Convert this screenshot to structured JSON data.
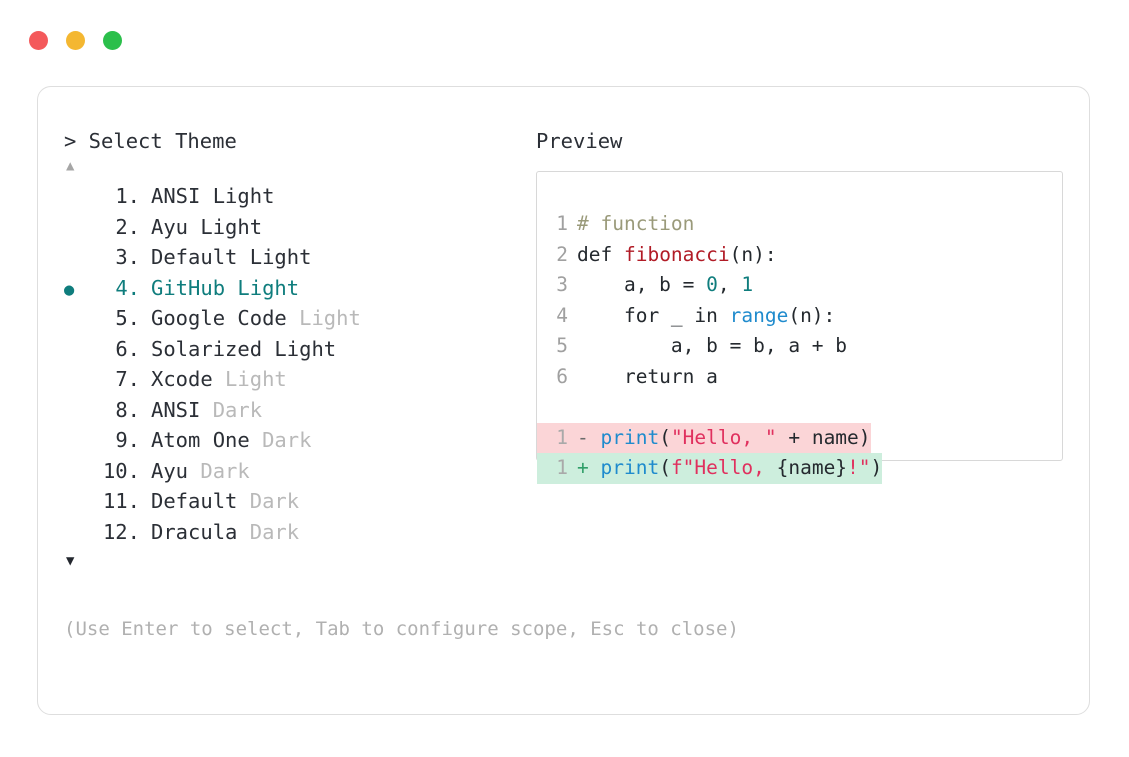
{
  "window": {
    "dots": [
      {
        "name": "close",
        "color": "#f4595b"
      },
      {
        "name": "minimize",
        "color": "#f4b731"
      },
      {
        "name": "maximize",
        "color": "#2bbf4b"
      }
    ]
  },
  "selector": {
    "prompt": "> Select Theme",
    "scroll_up": "▲",
    "scroll_down": "▼",
    "selected_index": 4,
    "selected_marker": "●",
    "items": [
      {
        "number": "1.",
        "name": "ANSI Light",
        "variant": "",
        "variant_dim": false
      },
      {
        "number": "2.",
        "name": "Ayu Light",
        "variant": "",
        "variant_dim": false
      },
      {
        "number": "3.",
        "name": "Default Light",
        "variant": "",
        "variant_dim": false
      },
      {
        "number": "4.",
        "name": "GitHub Light",
        "variant": "",
        "variant_dim": false
      },
      {
        "number": "5.",
        "name": "Google Code",
        "variant": "Light",
        "variant_dim": true
      },
      {
        "number": "6.",
        "name": "Solarized Light",
        "variant": "",
        "variant_dim": false
      },
      {
        "number": "7.",
        "name": "Xcode",
        "variant": "Light",
        "variant_dim": true
      },
      {
        "number": "8.",
        "name": "ANSI",
        "variant": "Dark",
        "variant_dim": true
      },
      {
        "number": "9.",
        "name": "Atom One",
        "variant": "Dark",
        "variant_dim": true
      },
      {
        "number": "10.",
        "name": "Ayu",
        "variant": "Dark",
        "variant_dim": true
      },
      {
        "number": "11.",
        "name": "Default",
        "variant": "Dark",
        "variant_dim": true
      },
      {
        "number": "12.",
        "name": "Dracula",
        "variant": "Dark",
        "variant_dim": true
      }
    ],
    "hint": "(Use Enter to select, Tab to configure scope, Esc to close)"
  },
  "preview": {
    "label": "Preview",
    "code_lines": [
      {
        "ln": "1",
        "tokens": [
          {
            "t": "# function",
            "c": "comment"
          }
        ]
      },
      {
        "ln": "2",
        "tokens": [
          {
            "t": "def ",
            "c": "plain"
          },
          {
            "t": "fibonacci",
            "c": "func"
          },
          {
            "t": "(n):",
            "c": "plain"
          }
        ]
      },
      {
        "ln": "3",
        "tokens": [
          {
            "t": "    a, b = ",
            "c": "plain"
          },
          {
            "t": "0",
            "c": "num"
          },
          {
            "t": ", ",
            "c": "plain"
          },
          {
            "t": "1",
            "c": "num"
          }
        ]
      },
      {
        "ln": "4",
        "tokens": [
          {
            "t": "    for _ in ",
            "c": "plain"
          },
          {
            "t": "range",
            "c": "builtin"
          },
          {
            "t": "(n):",
            "c": "plain"
          }
        ]
      },
      {
        "ln": "5",
        "tokens": [
          {
            "t": "        a, b = b, a + b",
            "c": "plain"
          }
        ]
      },
      {
        "ln": "6",
        "tokens": [
          {
            "t": "    return a",
            "c": "plain"
          }
        ]
      }
    ],
    "diff_lines": [
      {
        "ln": "1",
        "kind": "del",
        "marker": "- ",
        "tokens": [
          {
            "t": "print",
            "c": "builtin"
          },
          {
            "t": "(",
            "c": "plain"
          },
          {
            "t": "\"Hello, \"",
            "c": "str"
          },
          {
            "t": " + name)",
            "c": "plain"
          }
        ]
      },
      {
        "ln": "1",
        "kind": "add",
        "marker": "+ ",
        "tokens": [
          {
            "t": "print",
            "c": "builtin"
          },
          {
            "t": "(",
            "c": "plain"
          },
          {
            "t": "f\"Hello, ",
            "c": "str"
          },
          {
            "t": "{name}",
            "c": "plain"
          },
          {
            "t": "!\"",
            "c": "str"
          },
          {
            "t": ")",
            "c": "plain"
          }
        ]
      }
    ]
  }
}
